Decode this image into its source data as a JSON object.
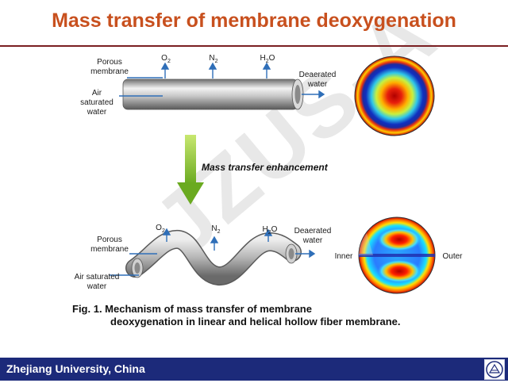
{
  "title": "Mass transfer of membrane deoxygenation",
  "watermark": "JZUS-A",
  "top_diagram": {
    "porous_membrane": "Porous membrane",
    "air_saturated_water": "Air saturated water",
    "deaerated_water": "Deaerated water",
    "gas_o2_main": "O",
    "gas_o2_sub": "2",
    "gas_n2_main": "N",
    "gas_n2_sub": "2",
    "gas_h2o_main": "H",
    "gas_h2o_sub": "2",
    "gas_h2o_end": "O"
  },
  "enhancement_label": "Mass transfer enhancement",
  "bottom_diagram": {
    "porous_membrane": "Porous membrane",
    "air_saturated_water": "Air saturated water",
    "deaerated_water": "Deaerated water",
    "gas_o2_main": "O",
    "gas_o2_sub": "2",
    "gas_n2_main": "N",
    "gas_n2_sub": "2",
    "gas_h2o_main": "H",
    "gas_h2o_sub": "2",
    "gas_h2o_end": "O",
    "inner_label": "Inner",
    "outer_label": "Outer"
  },
  "caption": {
    "line1": "Fig. 1. Mechanism of mass transfer of membrane",
    "rest": "deoxygenation in linear and helical hollow fiber membrane."
  },
  "footer": {
    "institution": "Zhejiang University, China"
  },
  "colors": {
    "title": "#c8501e",
    "rule": "#7a1f22",
    "footer_bg": "#1c2a7a",
    "arrow_blue": "#2f6fb8",
    "enhancement_arrow": "#8cc63f"
  }
}
